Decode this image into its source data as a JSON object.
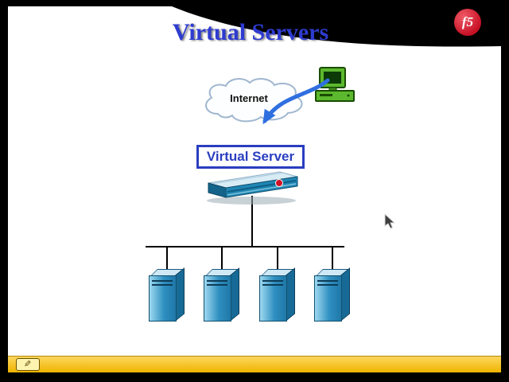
{
  "screen": {
    "background": "#000000"
  },
  "slide": {
    "background": "#ffffff",
    "title": "Virtual Servers",
    "title_color": "#2e3bd0"
  },
  "logo": {
    "text": "f5",
    "background": "#c81126",
    "text_color": "#ffffff"
  },
  "diagram": {
    "cloud_label": "Internet",
    "virtual_server_label": "Virtual Server",
    "server_count": 4,
    "colors": {
      "arrow": "#2f6fe0",
      "cloud_outline": "#9fb6cf",
      "client_green": "#5cb82e",
      "virtual_server_border": "#2a3ec0",
      "virtual_server_text": "#2a3ec0",
      "appliance_front": "#1f86b4",
      "server_front": "#2e8fc0",
      "server_side": "#176a96",
      "server_top": "#cfe8f5",
      "connector": "#000000",
      "f5_red": "#cf1126"
    }
  },
  "footer": {
    "bar_color": "#eeb400",
    "tool_icon": "pencil-annotation-icon",
    "tool_glyph": "✎"
  },
  "cursor": {
    "icon": "mouse-pointer-icon"
  }
}
